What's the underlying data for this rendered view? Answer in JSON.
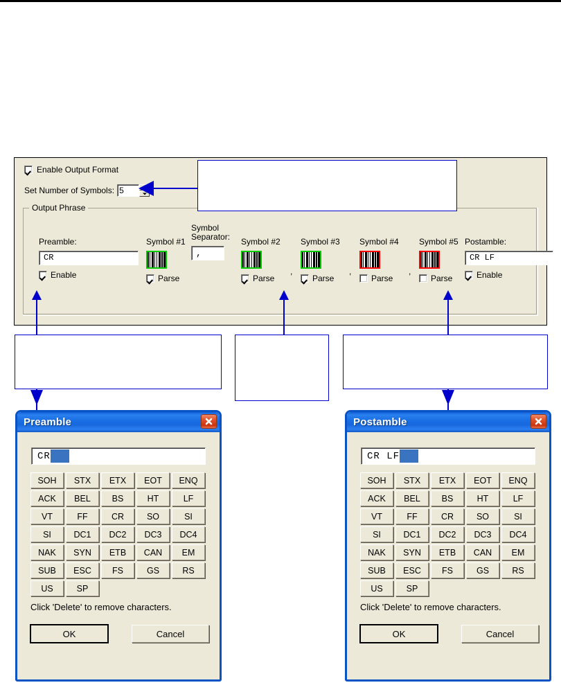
{
  "config_panel": {
    "enable_output_format": {
      "label": "Enable Output Format",
      "checked": true
    },
    "set_number_of_symbols": {
      "label": "Set Number of Symbols:",
      "value": "5"
    },
    "group_title": "Output Phrase",
    "columns": [
      {
        "label": "Preamble:",
        "type": "textfield",
        "value": "CR",
        "toggle_label": "Enable",
        "checked": true
      },
      {
        "label": "Symbol #1",
        "type": "barcode",
        "barcode_color": "#00cc00",
        "toggle_label": "Parse",
        "checked": true
      },
      {
        "label": "Symbol\nSeparator:",
        "type": "textfield",
        "value": ",",
        "toggle_label": "",
        "checked": false
      },
      {
        "label": "Symbol #2",
        "type": "barcode",
        "barcode_color": "#00cc00",
        "toggle_label": "Parse",
        "checked": true
      },
      {
        "label": "Symbol #3",
        "type": "barcode",
        "barcode_color": "#00cc00",
        "toggle_label": "Parse",
        "checked": true
      },
      {
        "label": "Symbol #4",
        "type": "barcode",
        "barcode_color": "#ff0000",
        "toggle_label": "Parse",
        "checked": false
      },
      {
        "label": "Symbol #5",
        "type": "barcode",
        "barcode_color": "#ff0000",
        "toggle_label": "Parse",
        "checked": false
      },
      {
        "label": "Postamble:",
        "type": "textfield",
        "value": "CR  LF",
        "toggle_label": "Enable",
        "checked": true
      }
    ],
    "separators": [
      ",",
      ",",
      ","
    ]
  },
  "callouts": {
    "accent_color": "#0000cc",
    "boxes": [
      {
        "id": "callout-number-of-symbols",
        "text": ""
      },
      {
        "id": "callout-preamble",
        "text": ""
      },
      {
        "id": "callout-symbol-parse",
        "text": ""
      },
      {
        "id": "callout-postamble",
        "text": ""
      }
    ]
  },
  "dialogs": [
    {
      "id": "preamble-dialog",
      "title": "Preamble",
      "close_label": "Close",
      "field_value": "CR",
      "keys": [
        "SOH",
        "STX",
        "ETX",
        "EOT",
        "ENQ",
        "ACK",
        "BEL",
        "BS",
        "HT",
        "LF",
        "VT",
        "FF",
        "CR",
        "SO",
        "SI",
        "SI",
        "DC1",
        "DC2",
        "DC3",
        "DC4",
        "NAK",
        "SYN",
        "ETB",
        "CAN",
        "EM",
        "SUB",
        "ESC",
        "FS",
        "GS",
        "RS",
        "US",
        "SP"
      ],
      "hint": "Click 'Delete' to remove characters.",
      "ok_label": "OK",
      "cancel_label": "Cancel"
    },
    {
      "id": "postamble-dialog",
      "title": "Postamble",
      "close_label": "Close",
      "field_value": "CR  LF",
      "keys": [
        "SOH",
        "STX",
        "ETX",
        "EOT",
        "ENQ",
        "ACK",
        "BEL",
        "BS",
        "HT",
        "LF",
        "VT",
        "FF",
        "CR",
        "SO",
        "SI",
        "SI",
        "DC1",
        "DC2",
        "DC3",
        "DC4",
        "NAK",
        "SYN",
        "ETB",
        "CAN",
        "EM",
        "SUB",
        "ESC",
        "FS",
        "GS",
        "RS",
        "US",
        "SP"
      ],
      "hint": "Click 'Delete' to remove characters.",
      "ok_label": "OK",
      "cancel_label": "Cancel"
    }
  ]
}
